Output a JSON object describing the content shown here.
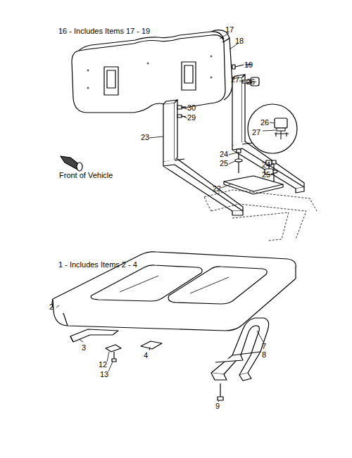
{
  "diagram": {
    "nodes": [
      {
        "text": [
          "26",
          "27"
        ]
      }
    ],
    "labels": [
      "16 - Includes Items 17 - 19",
      "17",
      "18",
      "19",
      "27",
      "26",
      "30",
      "29",
      "23",
      "Front of Vehicle",
      "24",
      "25",
      "24",
      "25",
      "22",
      "1 - Includes Items 2 - 4",
      "2",
      "3",
      "12",
      "13",
      "4",
      "7",
      "8",
      "9"
    ]
  }
}
